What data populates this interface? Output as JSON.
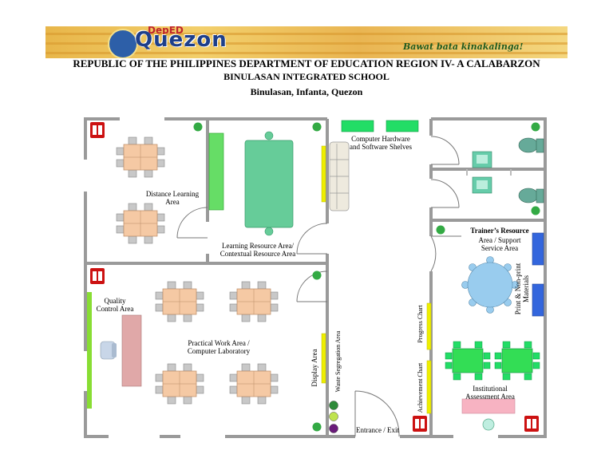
{
  "header": {
    "banner": {
      "logo_text": "Quezon",
      "logo_top_text": "DepED",
      "motto": "Bawat bata kinakalinga!"
    },
    "line1": "REPUBLIC OF THE PHILIPPINES DEPARTMENT OF EDUCATION REGION IV- A CALABARZON",
    "line2": "BINULASAN INTEGRATED SCHOOL",
    "line3": "Binulasan, Infanta, Quezon"
  },
  "rooms": {
    "distance_learning": "Distance Learning\nArea",
    "learning_resource": "Learning Resource Area/\nContextual Resource Area",
    "computer_shelves": "Computer Hardware\nand Software Shelves",
    "trainers_resource_title": "Trainer’s Resource",
    "trainers_resource_sub": "Area / Support\nService Area",
    "print_materials": "Print & Non-print\nMaterials",
    "quality_control": "Quality\nControl Area",
    "practical_work": "Practical Work Area /\nComputer Laboratory",
    "display_area": "Display Area",
    "waste_segregation": "Waste Segregation Area",
    "progress_chart": "Progress Chart",
    "achievement_chart": "Achievement Chart",
    "institutional_assessment": "Institutional\nAssessment Area",
    "entrance_exit": "Entrance / Exit"
  },
  "colors": {
    "wall": "#9a9a9a",
    "table_peach": "#f5c9a4",
    "chair_grey": "#c8c8c8",
    "lr_table": "#66cc99",
    "shelf_green": "#22dd66",
    "round_table": "#99ccee",
    "blue_shelf": "#3366dd",
    "assess_table": "#33dd55",
    "qc_table": "#e0a8a8",
    "yellow_board": "#eeee00",
    "lime_board": "#88dd33",
    "fire_ext": "#cc1111",
    "green_dot": "#33aa44",
    "pink_desk": "#f7b3c2",
    "sink": "#66ccaa",
    "toilet": "#66aa99",
    "bin_green": "#2e8b3a",
    "bin_lime": "#bfe34f",
    "bin_purple": "#6a1b7a"
  },
  "icons": [
    "fire-extinguisher-icon",
    "green-marker-icon",
    "toilet-icon",
    "sink-icon",
    "chair-icon",
    "door-swing-icon",
    "waste-bin-icon"
  ]
}
